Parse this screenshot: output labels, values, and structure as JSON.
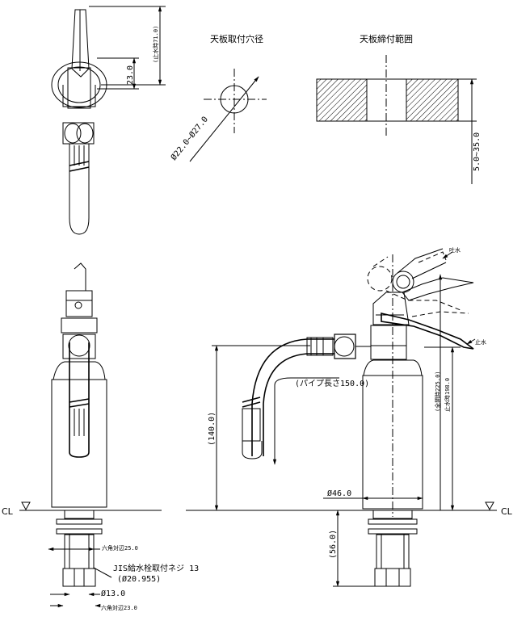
{
  "titles": {
    "hole": "天板取付穴径",
    "clamp": "天板締付範囲"
  },
  "dims": {
    "hole_dia": "Ø22.0~Ø27.0",
    "clamp_range": "5.0~35.0",
    "lever_len": "(止水時71.0)",
    "lever_offset": "23.0",
    "height_total": "(全開時225.0)",
    "height_stop": "止水時198.0",
    "pipe_len": "(パイプ長さ150.0)",
    "spout_height": "(140.0)",
    "body_dia": "Ø46.0",
    "under_len": "(56.0)",
    "hex1": "六角対辺25.0",
    "jis": "JIS給水栓取付ネジ 13",
    "jis_dia": "(Ø20.955)",
    "d13": "Ø13.0",
    "hex2": "六角対辺23.0"
  },
  "labels": {
    "cl_left": "CL",
    "cl_right": "CL",
    "open": "吐水",
    "stop": "止水"
  }
}
